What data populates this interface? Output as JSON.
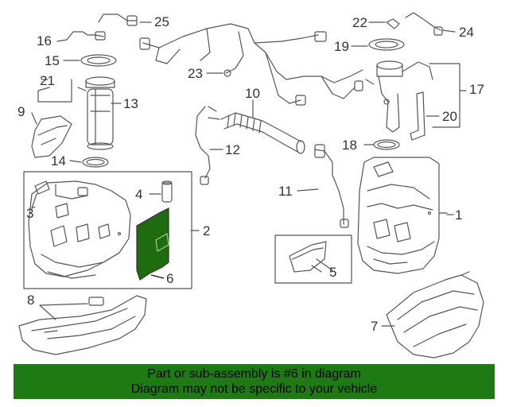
{
  "callouts": {
    "c1": "1",
    "c2": "2",
    "c3": "3",
    "c4": "4",
    "c5": "5",
    "c6": "6",
    "c7": "7",
    "c8": "8",
    "c9": "9",
    "c10": "10",
    "c11": "11",
    "c12": "12",
    "c13": "13",
    "c14": "14",
    "c15": "15",
    "c16": "16",
    "c17": "17",
    "c18": "18",
    "c19": "19",
    "c20": "20",
    "c21": "21",
    "c22": "22",
    "c23": "23",
    "c24": "24",
    "c25": "25"
  },
  "highlight": {
    "part_number": "6",
    "color": "#1e6b10"
  },
  "banner": {
    "line1": "Part or sub-assembly is #6 in diagram",
    "line2": "Diagram may not be specific to your vehicle",
    "color": "#1e7a12"
  }
}
